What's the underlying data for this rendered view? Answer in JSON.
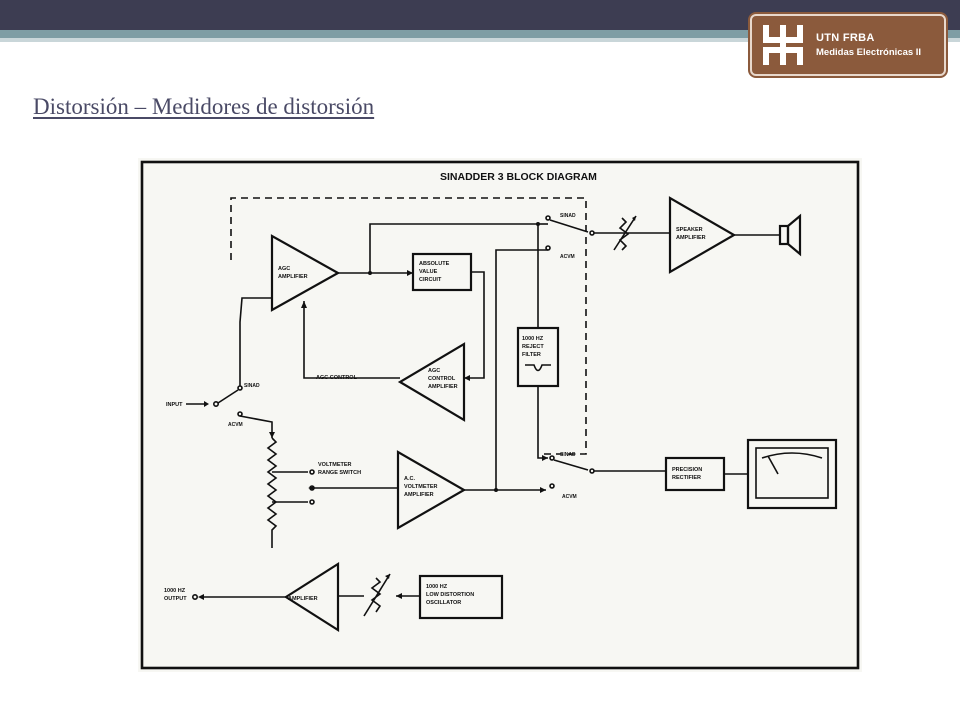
{
  "header": {
    "logo_title": "UTN FRBA",
    "logo_subtitle": "Medidas Electrónicas II",
    "logo_icon": "utn-logo-icon"
  },
  "slide": {
    "title": "Distorsión – Medidores de distorsión"
  },
  "diagram": {
    "title": "SINADDER 3 BLOCK DIAGRAM",
    "labels": {
      "agc_amplifier": [
        "AGC",
        "AMPLIFIER"
      ],
      "absolute_value": [
        "ABSOLUTE",
        "VALUE",
        "CIRCUIT"
      ],
      "agc_control_amp": [
        "AGC",
        "CONTROL",
        "AMPLIFIER"
      ],
      "agc_control": "AGC CONTROL",
      "reject_filter": [
        "1000 HZ",
        "REJECT",
        "FILTER"
      ],
      "speaker_amp": [
        "SPEAKER",
        "AMPLIFIER"
      ],
      "voltmeter_range": [
        "VOLTMETER",
        "RANGE SWITCH"
      ],
      "ac_voltmeter": [
        "A.C.",
        "VOLTMETER",
        "AMPLIFIER"
      ],
      "precision_rectifier": [
        "PRECISION",
        "RECTIFIER"
      ],
      "amplifier": "AMPLIFIER",
      "oscillator": [
        "1000 HZ",
        "LOW DISTORTION",
        "OSCILLATOR"
      ],
      "input": "INPUT",
      "output": [
        "1000 HZ",
        "OUTPUT"
      ],
      "sinad_1": "SINAD",
      "acvm_1": "ACVM",
      "sinad_2": "SINAD",
      "acvm_2": "ACVM",
      "sinad_3": "SINAD",
      "acvm_3": "ACVM"
    }
  }
}
